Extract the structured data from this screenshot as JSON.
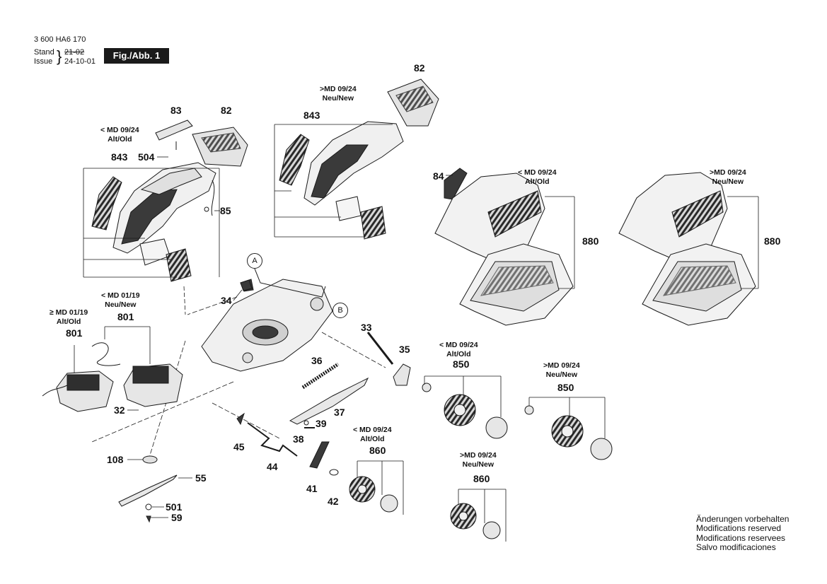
{
  "header": {
    "doc_number": "3 600 HA6 170",
    "stand_label": "Stand",
    "stand_value": "21-02",
    "issue_label": "Issue",
    "issue_value": "24-10-01",
    "figure_label": "Fig./Abb. 1"
  },
  "md_labels": {
    "handle_old": [
      "< MD 09/24",
      "Alt/Old"
    ],
    "handle_new": [
      ">MD 09/24",
      "Neu/New"
    ],
    "box_old": [
      "< MD 09/24",
      "Alt/Old"
    ],
    "box_new": [
      ">MD 09/24",
      "Neu/New"
    ],
    "switch_new": [
      "< MD 01/19",
      "Neu/New"
    ],
    "switch_old": [
      "≥ MD 01/19",
      "Alt/Old"
    ],
    "rear_wheel_old": [
      "< MD 09/24",
      "Alt/Old"
    ],
    "rear_wheel_new": [
      ">MD 09/24",
      "Neu/New"
    ],
    "front_wheel_old": [
      "< MD 09/24",
      "Alt/Old"
    ],
    "front_wheel_new": [
      ">MD 09/24",
      "Neu/New"
    ]
  },
  "part_numbers": {
    "p83": "83",
    "p82a": "82",
    "p82b": "82",
    "p843a": "843",
    "p843b": "843",
    "p504": "504",
    "p85": "85",
    "p84": "84",
    "p880a": "880",
    "p880b": "880",
    "p34": "34",
    "p33": "33",
    "p35": "35",
    "p801a": "801",
    "p801b": "801",
    "p32": "32",
    "p36": "36",
    "p37": "37",
    "p39": "39",
    "p38": "38",
    "p45": "45",
    "p44": "44",
    "p108": "108",
    "p55": "55",
    "p501": "501",
    "p59": "59",
    "p41": "41",
    "p42": "42",
    "p860a": "860",
    "p860b": "860",
    "p850a": "850",
    "p850b": "850"
  },
  "callouts": {
    "a": "A",
    "b": "B"
  },
  "notes": [
    "Änderungen vorbehalten",
    "Modifications reserved",
    "Modifications reservees",
    "Salvo modificaciones"
  ]
}
